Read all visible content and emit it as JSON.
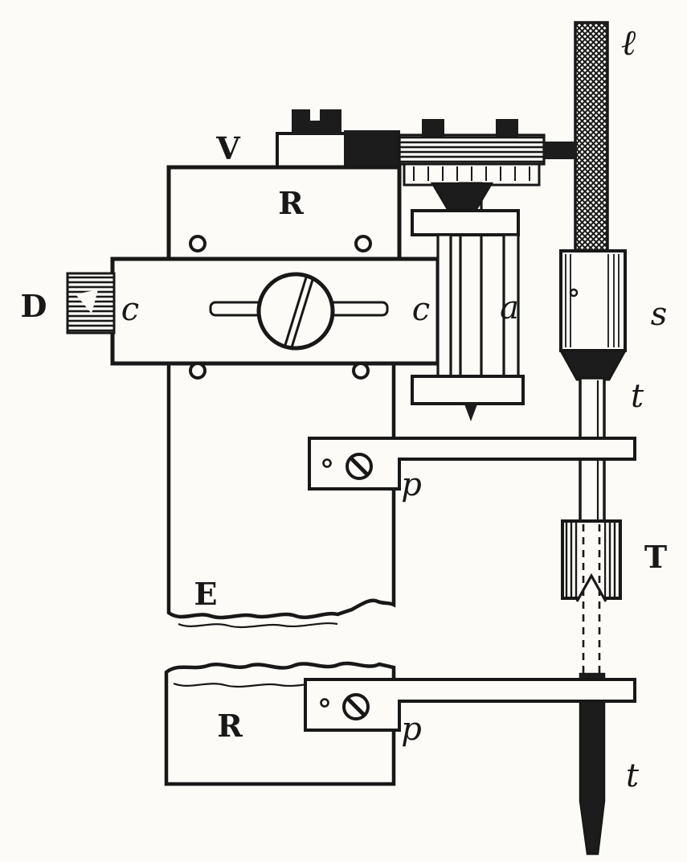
{
  "figure": {
    "labels": {
      "l_top": "ℓ",
      "v": "V",
      "r_upper": "R",
      "d": "D",
      "c_left": "c",
      "c_right": "c",
      "a": "a",
      "s": "s",
      "t_upper": "t",
      "p_upper": "p",
      "e": "E",
      "t_coupling": "T",
      "r_lower": "R",
      "p_lower": "p",
      "t_lower": "t"
    },
    "colors": {
      "ink": "#181818",
      "paper": "#fcfbf7"
    }
  }
}
